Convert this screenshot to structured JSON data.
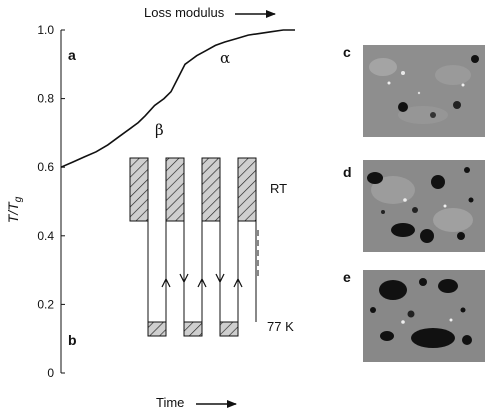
{
  "chart_data": {
    "type": "line",
    "ylabel": "T/T",
    "ylabel_sub": "g",
    "xlabel": "Time",
    "top_label": "Loss modulus",
    "yticks": [
      "0",
      "0.2",
      "0.4",
      "0.6",
      "0.8",
      "1.0"
    ],
    "ylim": [
      0,
      1.0
    ],
    "series": [
      {
        "x": [
          0,
          0.05,
          0.1,
          0.15,
          0.2,
          0.25,
          0.3,
          0.33,
          0.36,
          0.4,
          0.44,
          0.47,
          0.5,
          0.53,
          0.55,
          0.58,
          0.62,
          0.66,
          0.7,
          0.75,
          0.8,
          0.85,
          0.9,
          0.95,
          1.0
        ],
        "y": [
          0.6,
          0.615,
          0.63,
          0.645,
          0.665,
          0.69,
          0.715,
          0.73,
          0.75,
          0.78,
          0.8,
          0.82,
          0.86,
          0.9,
          0.91,
          0.925,
          0.94,
          0.955,
          0.965,
          0.975,
          0.985,
          0.99,
          0.995,
          1.0,
          1.0
        ]
      }
    ]
  },
  "figure": {
    "panel_a": "a",
    "panel_b": "b",
    "panel_c": "c",
    "panel_d": "d",
    "panel_e": "e",
    "alpha": "α",
    "beta": "β",
    "rt": "RT",
    "low_temp": "77 K"
  }
}
